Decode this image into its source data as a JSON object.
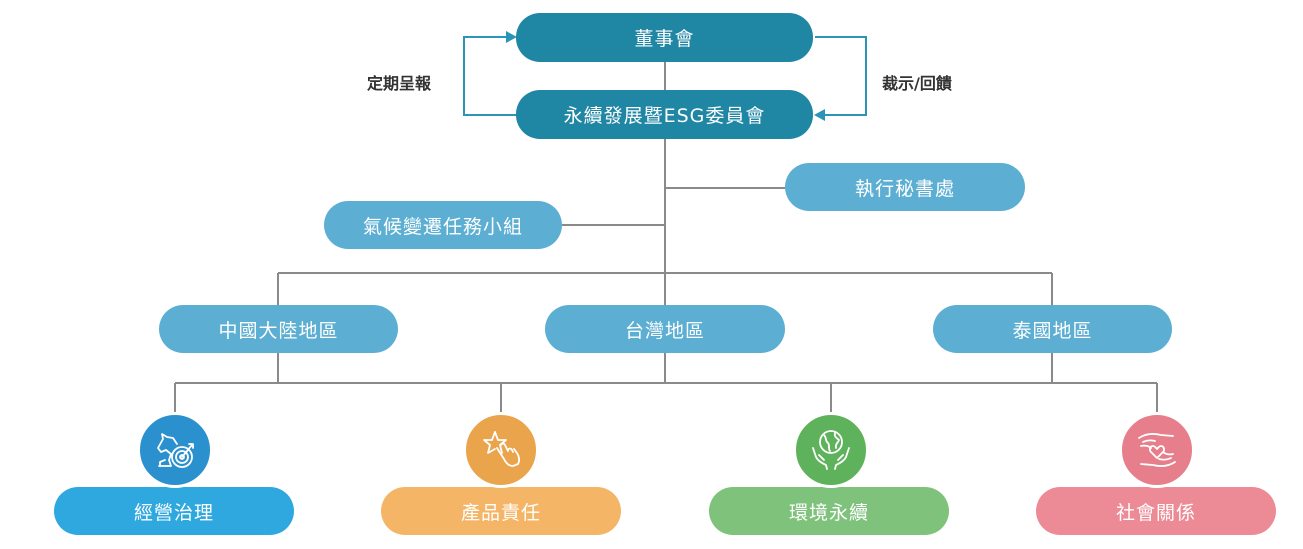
{
  "board": {
    "label": "董事會"
  },
  "committee": {
    "label": "永續發展暨ESG委員會"
  },
  "feedback_labels": {
    "report_up": "定期呈報",
    "instruct_down": "裁示/回饋"
  },
  "secretariat": {
    "label": "執行秘書處"
  },
  "climate_task_force": {
    "label": "氣候變遷任務小組"
  },
  "regions": [
    {
      "label": "中國大陸地區"
    },
    {
      "label": "台灣地區"
    },
    {
      "label": "泰國地區"
    }
  ],
  "categories": [
    {
      "label": "經營治理",
      "icon": "knight-target-icon",
      "pill_color": "#2ea8df",
      "circle_color": "#2a90ce"
    },
    {
      "label": "產品責任",
      "icon": "star-hand-icon",
      "pill_color": "#f4b566",
      "circle_color": "#e9a44c"
    },
    {
      "label": "環境永續",
      "icon": "globe-hands-icon",
      "pill_color": "#7ec27b",
      "circle_color": "#5fb25c"
    },
    {
      "label": "社會關係",
      "icon": "heart-hands-icon",
      "pill_color": "#ec8b96",
      "circle_color": "#e67f8b"
    }
  ],
  "colors": {
    "dark_teal": "#1f86a4",
    "light_blue": "#5cafd3",
    "connector": "#8a8a8a",
    "arrow": "#2a95b8"
  }
}
